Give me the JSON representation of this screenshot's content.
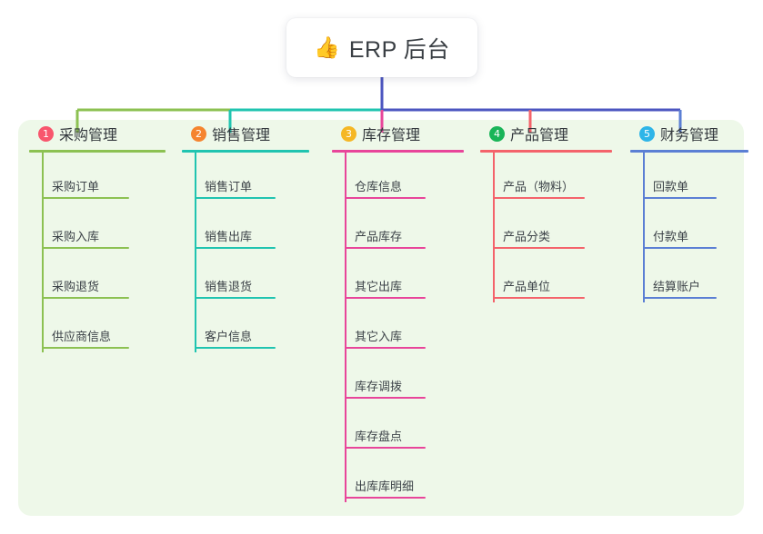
{
  "root": {
    "emoji": "👍",
    "emoji_name": "thumbs-up-icon",
    "title": "ERP 后台"
  },
  "palette": {
    "panel_background": "#eef8e9",
    "page_background": "#ffffff",
    "root_stem": "#4c56c0",
    "text": "#33383d"
  },
  "columns": [
    {
      "index": "1",
      "title": "采购管理",
      "badge_color": "#f8566d",
      "line_color": "#8cc152",
      "items": [
        {
          "label": "采购订单"
        },
        {
          "label": "采购入库"
        },
        {
          "label": "采购退货"
        },
        {
          "label": "供应商信息"
        }
      ]
    },
    {
      "index": "2",
      "title": "销售管理",
      "badge_color": "#f5842f",
      "line_color": "#20c4b0",
      "items": [
        {
          "label": "销售订单"
        },
        {
          "label": "销售出库"
        },
        {
          "label": "销售退货"
        },
        {
          "label": "客户信息"
        }
      ]
    },
    {
      "index": "3",
      "title": "库存管理",
      "badge_color": "#f5b724",
      "line_color": "#e8459a",
      "items": [
        {
          "label": "仓库信息"
        },
        {
          "label": "产品库存"
        },
        {
          "label": "其它出库"
        },
        {
          "label": "其它入库"
        },
        {
          "label": "库存调拨"
        },
        {
          "label": "库存盘点"
        },
        {
          "label": "出库库明细"
        }
      ]
    },
    {
      "index": "4",
      "title": "产品管理",
      "badge_color": "#19b558",
      "line_color": "#f4636b",
      "items": [
        {
          "label": "产品（物料）"
        },
        {
          "label": "产品分类"
        },
        {
          "label": "产品单位"
        }
      ]
    },
    {
      "index": "5",
      "title": "财务管理",
      "badge_color": "#2eb5e8",
      "line_color": "#5b7fd4",
      "items": [
        {
          "label": "回款单"
        },
        {
          "label": "付款单"
        },
        {
          "label": "结算账户"
        }
      ]
    }
  ]
}
